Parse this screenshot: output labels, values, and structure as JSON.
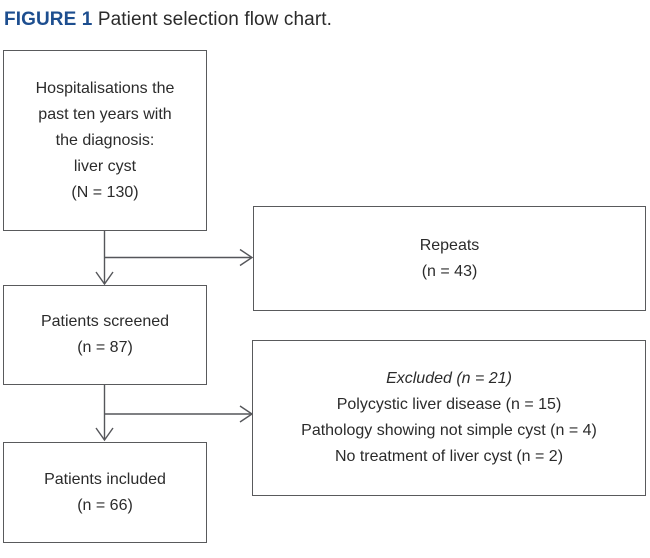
{
  "figure": {
    "label": "FIGURE 1",
    "caption": " Patient selection flow chart."
  },
  "colors": {
    "accent_blue": "#1d4e8f",
    "box_border_gray": "#595a5c",
    "text_dark": "#2b2b2b"
  },
  "flowchart": {
    "hospitalisations": {
      "lines": [
        "Hospitalisations the",
        "past ten years with",
        "the diagnosis:",
        "liver cyst",
        "(N = 130)"
      ]
    },
    "repeats": {
      "lines": [
        "Repeats",
        "(n = 43)"
      ]
    },
    "screened": {
      "lines": [
        "Patients screened",
        "(n = 87)"
      ]
    },
    "excluded": {
      "lines": [
        "Excluded (n = 21)",
        "Polycystic liver disease (n = 15)",
        "Pathology showing not simple cyst (n = 4)",
        "No treatment of liver cyst (n = 2)"
      ]
    },
    "included": {
      "lines": [
        "Patients included",
        "(n = 66)"
      ]
    },
    "edges": [
      {
        "from": "hospitalisations",
        "to": "screened",
        "type": "down-arrow"
      },
      {
        "from": "hospitalisations",
        "to": "repeats",
        "type": "branch-right-arrow"
      },
      {
        "from": "screened",
        "to": "included",
        "type": "down-arrow"
      },
      {
        "from": "screened",
        "to": "excluded",
        "type": "branch-right-arrow"
      }
    ]
  }
}
